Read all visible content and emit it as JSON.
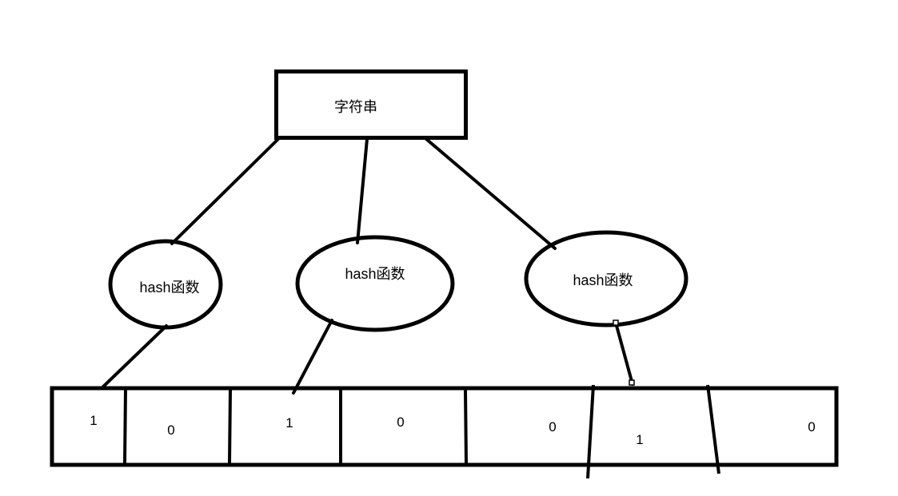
{
  "diagram": {
    "string_box": {
      "label": "字符串"
    },
    "hash_nodes": [
      {
        "label": "hash函数"
      },
      {
        "label": "hash函数"
      },
      {
        "label": "hash函数"
      }
    ],
    "bit_array": {
      "cells": [
        "1",
        "0",
        "1",
        "0",
        "0",
        "1",
        "0"
      ]
    },
    "colors": {
      "stroke": "#000000",
      "background": "#ffffff"
    }
  }
}
